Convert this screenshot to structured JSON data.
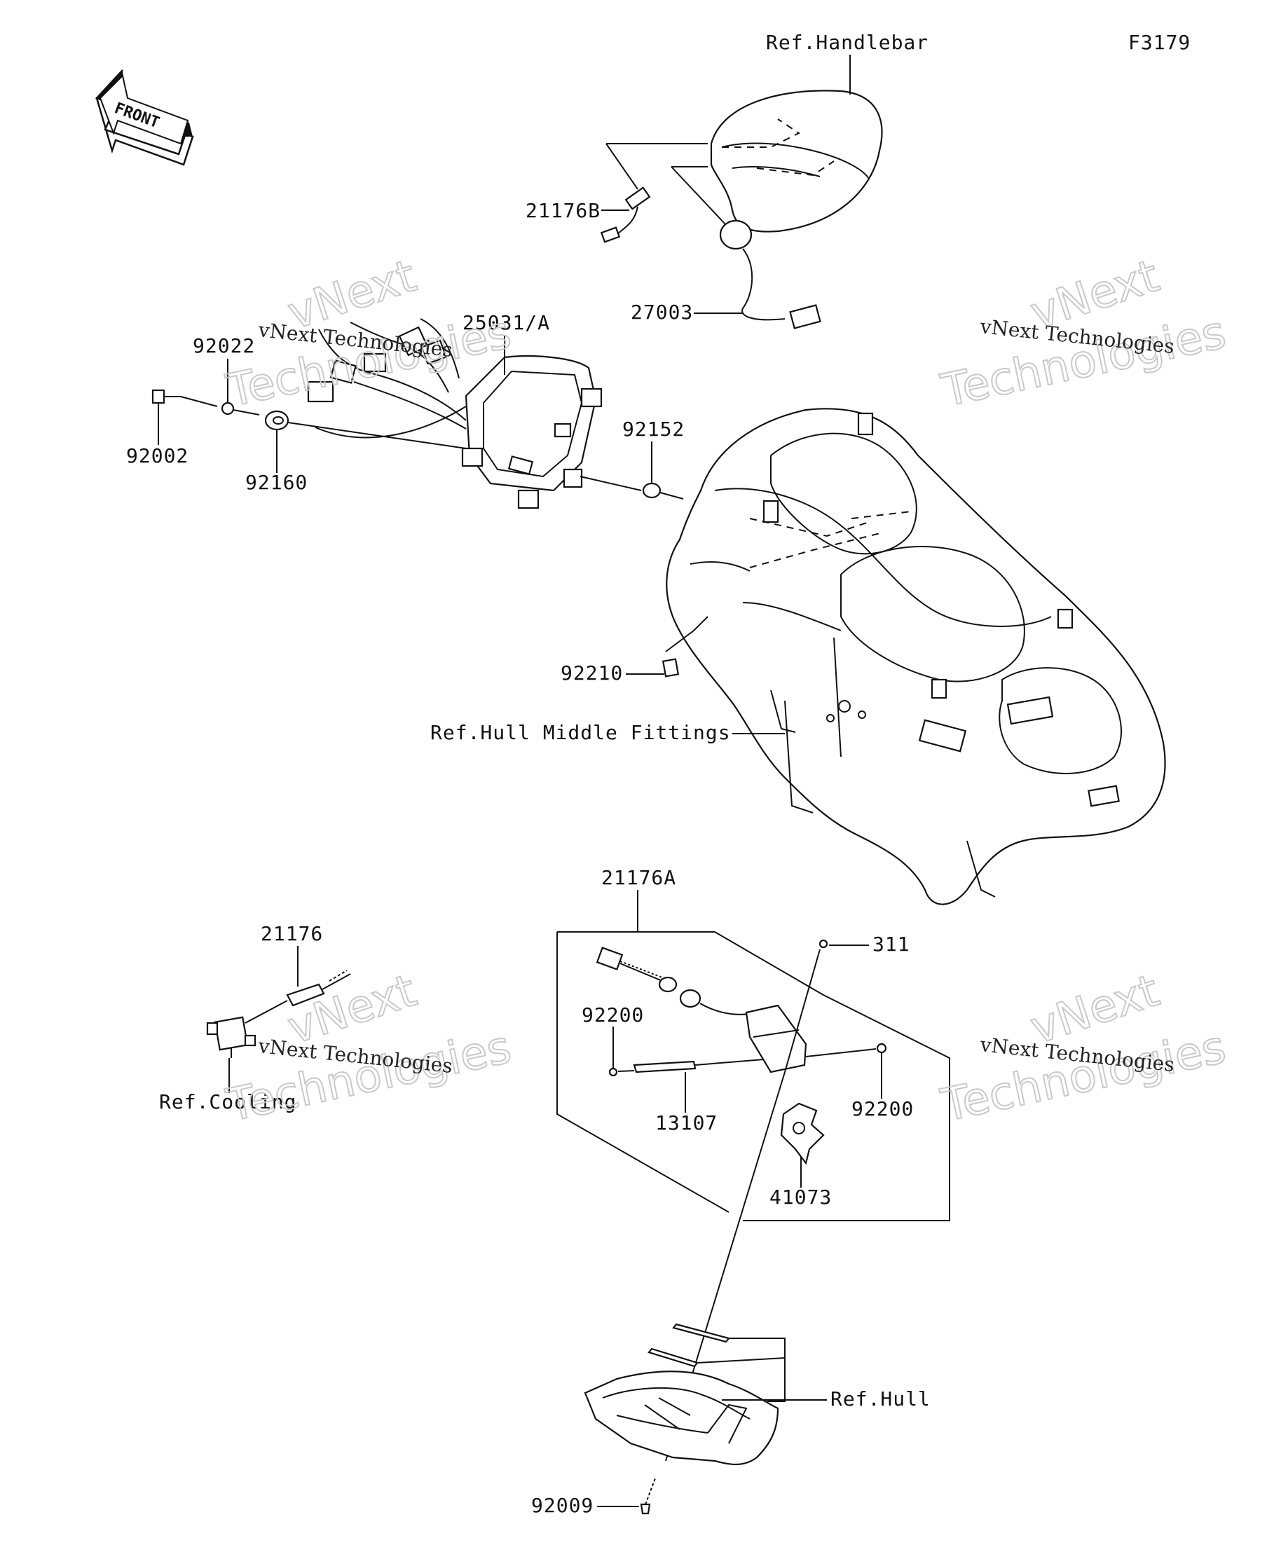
{
  "figure_code": "F3179",
  "direction_arrow": "FRONT",
  "watermark": "vNext Technologies",
  "references": {
    "handlebar": "Ref.Handlebar",
    "hull_middle": "Ref.Hull Middle Fittings",
    "cooling": "Ref.Cooling",
    "hull": "Ref.Hull"
  },
  "parts": {
    "p21176B": "21176B",
    "p27003": "27003",
    "p25031": "25031/A",
    "p92022": "92022",
    "p92002": "92002",
    "p92160": "92160",
    "p92152": "92152",
    "p92210": "92210",
    "p21176A": "21176A",
    "p311": "311",
    "p92200a": "92200",
    "p92200b": "92200",
    "p13107": "13107",
    "p41073": "41073",
    "p21176": "21176",
    "p92009": "92009"
  }
}
